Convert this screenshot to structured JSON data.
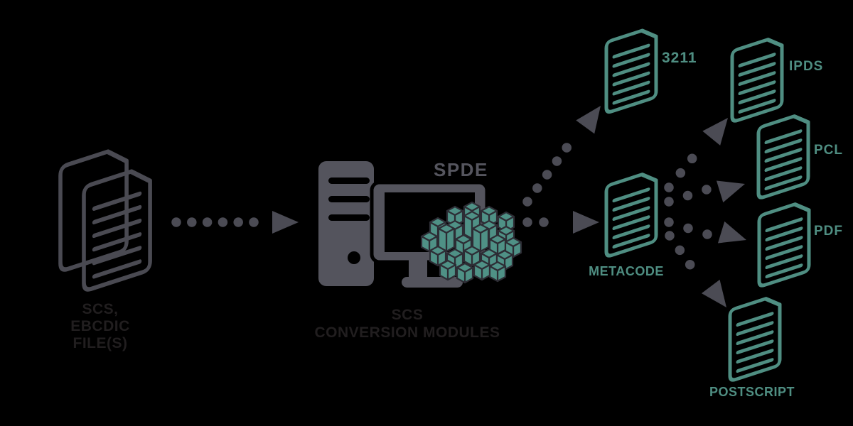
{
  "diagram": {
    "source": {
      "label": "SCS,\nEBCDIC\nFILE(S)"
    },
    "processor": {
      "name": "SPDE",
      "caption": "SCS\nCONVERSION MODULES"
    },
    "outputs": {
      "o3211": "3211",
      "metacode": "METACODE",
      "ipds": "IPDS",
      "pcl": "PCL",
      "pdf": "PDF",
      "postscript": "POSTSCRIPT"
    },
    "colors": {
      "background": "#000000",
      "icon_gray": "#54545d",
      "arrow_gray": "#4b4b54",
      "label_dark": "#211e1f",
      "teal_outline": "#4f8e82",
      "cube_fill": "#4f9186"
    }
  }
}
